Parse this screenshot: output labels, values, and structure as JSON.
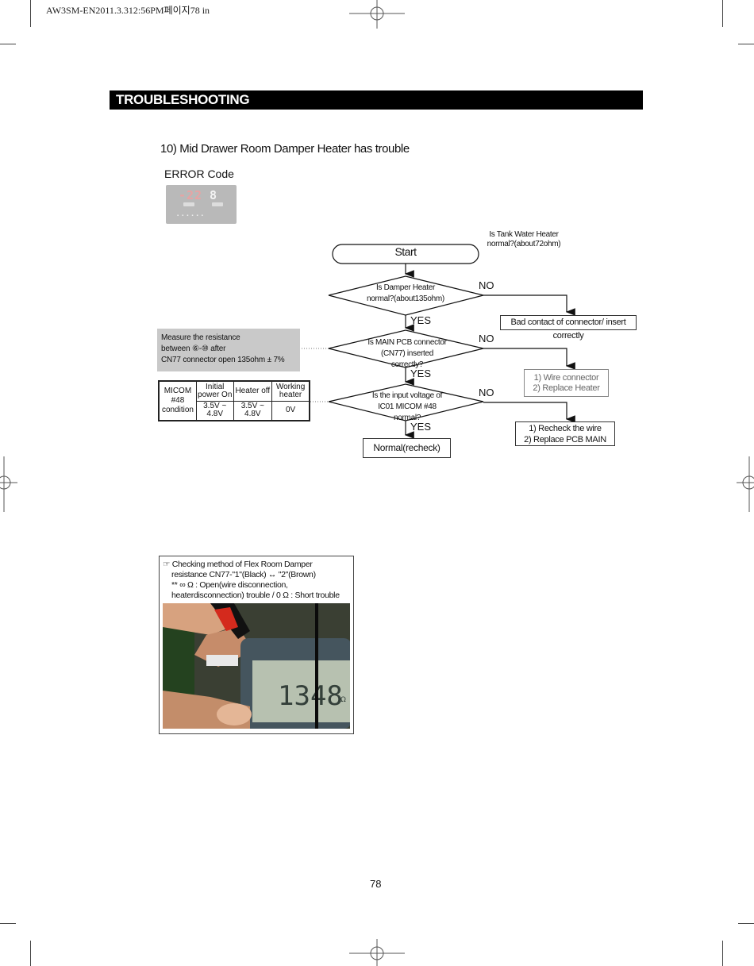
{
  "meta": {
    "file_header": "AW3SM-EN2011.3.312:56PM페이지78  in"
  },
  "header": {
    "banner": "TROUBLESHOOTING"
  },
  "section": {
    "title": "10) Mid Drawer Room Damper Heater has trouble",
    "error_code_label": "ERROR Code"
  },
  "error_panel": {
    "left_display": "-22",
    "right_display": "8"
  },
  "flowchart": {
    "side_note": "Is Tank Water Heater normal?(about72ohm)",
    "start": "Start",
    "decision1": "Is Damper Heater normal?(about135ohm)",
    "decision2": "Is MAIN PCB connector (CN77) inserted correctly?",
    "decision3": "Is the input voltage of IC01 MICOM #48 normal?",
    "yes": "YES",
    "no": "NO",
    "action1": "Bad contact of connector/ insert correctly",
    "action2_line1": "1) Wire connector",
    "action2_line2": "2) Replace Heater",
    "action3_line1": "1) Recheck the wire",
    "action3_line2": "2) Replace PCB MAIN",
    "end": "Normal(recheck)"
  },
  "measure_note": {
    "line1": "Measure the resistance",
    "line2": "between ⑥-⑩ after",
    "line3": "CN77 connector open 135ohm ± 7%"
  },
  "micom_table": {
    "row_header": "MICOM #48 condition",
    "col1_header": "Initial power On",
    "col2_header": "Heater off",
    "col3_header": "Working heater",
    "col1_value": "3.5V ~ 4.8V",
    "col2_value": "3.5V ~ 4.8V",
    "col3_value": "0V"
  },
  "check_method": {
    "line1": "☞ Checking method of Flex Room Damper",
    "line2": "resistance CN77-\"1\"(Black) ↔ \"2\"(Brown)",
    "line3": "** ∞ Ω : Open(wire disconnection,",
    "line4": "heaterdisconnection) trouble / 0 Ω : Short trouble",
    "meter_reading": "1348",
    "meter_unit": "Ω"
  },
  "page_number": "78"
}
